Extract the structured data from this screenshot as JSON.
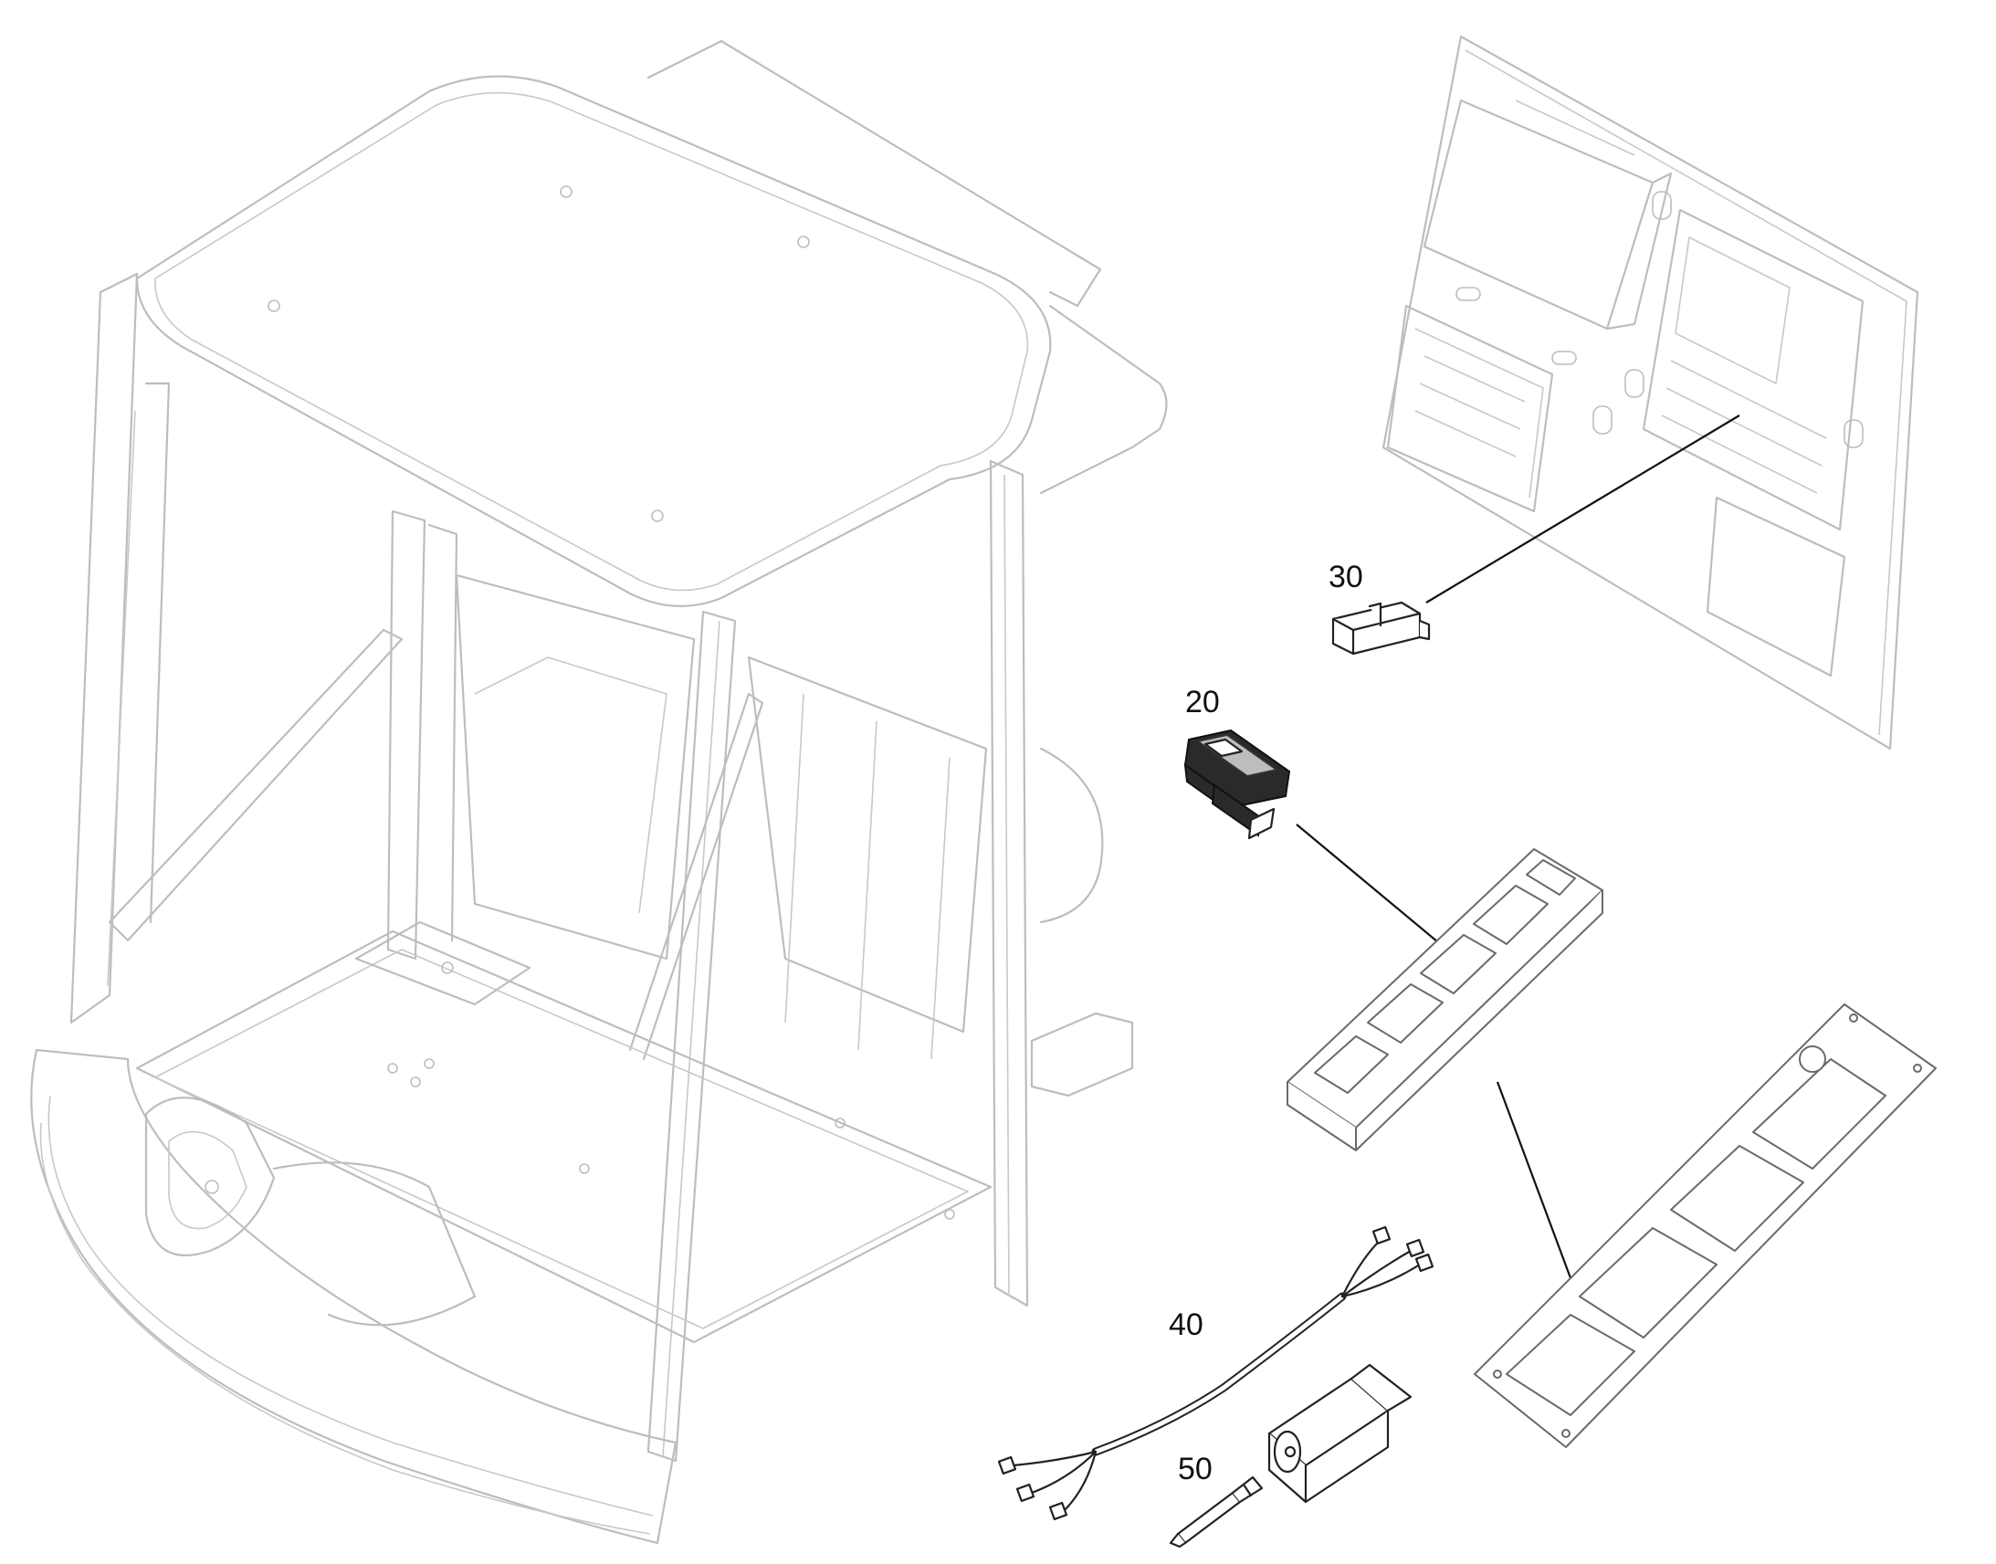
{
  "callouts": {
    "switch": "20",
    "fuse": "30",
    "harness": "40",
    "pin": "50"
  },
  "colors": {
    "part_outline": "#222222",
    "background_outline": "#bdbdbd",
    "leader_line": "#111111"
  }
}
